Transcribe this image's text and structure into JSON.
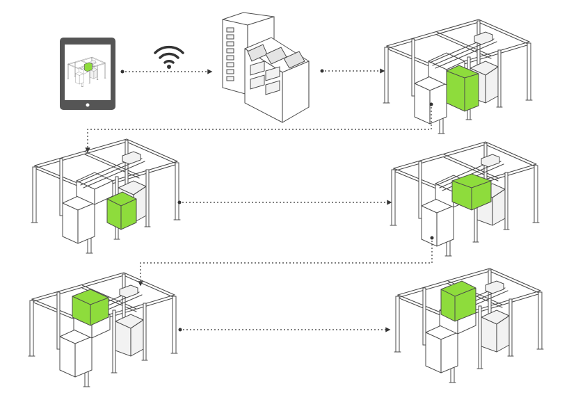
{
  "colors": {
    "highlight": "#8edc3c",
    "highlight_dark": "#6cbf22",
    "highlight_light": "#aef06a",
    "line": "#4a4a4a",
    "arrow": "#333333",
    "tablet": "#555555"
  },
  "icons": [
    "tablet-icon",
    "wifi-icon",
    "storage-rack-icon"
  ],
  "steps": [
    {
      "id": "request",
      "highlight": "container"
    },
    {
      "id": "storage-rack"
    },
    {
      "id": "cell-1",
      "highlight": "lower-box"
    },
    {
      "id": "cell-2",
      "highlight": "lower-box"
    },
    {
      "id": "cell-3",
      "highlight": "lifted-box"
    },
    {
      "id": "cell-4",
      "highlight": "top-box"
    },
    {
      "id": "cell-5",
      "highlight": "top-box"
    }
  ]
}
